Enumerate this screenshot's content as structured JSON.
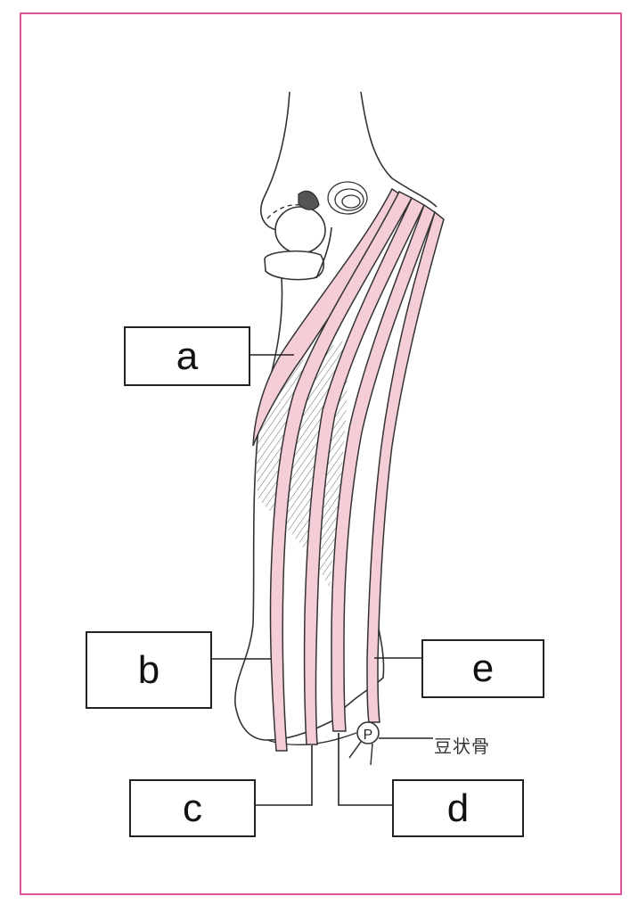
{
  "labels": {
    "a": "a",
    "b": "b",
    "c": "c",
    "d": "d",
    "e": "e"
  },
  "pisiform": {
    "text": "豆状骨",
    "marker": "P"
  },
  "colors": {
    "frame": "#e0559a",
    "muscle_fill": "#f4cdd6",
    "outline": "#333333"
  }
}
